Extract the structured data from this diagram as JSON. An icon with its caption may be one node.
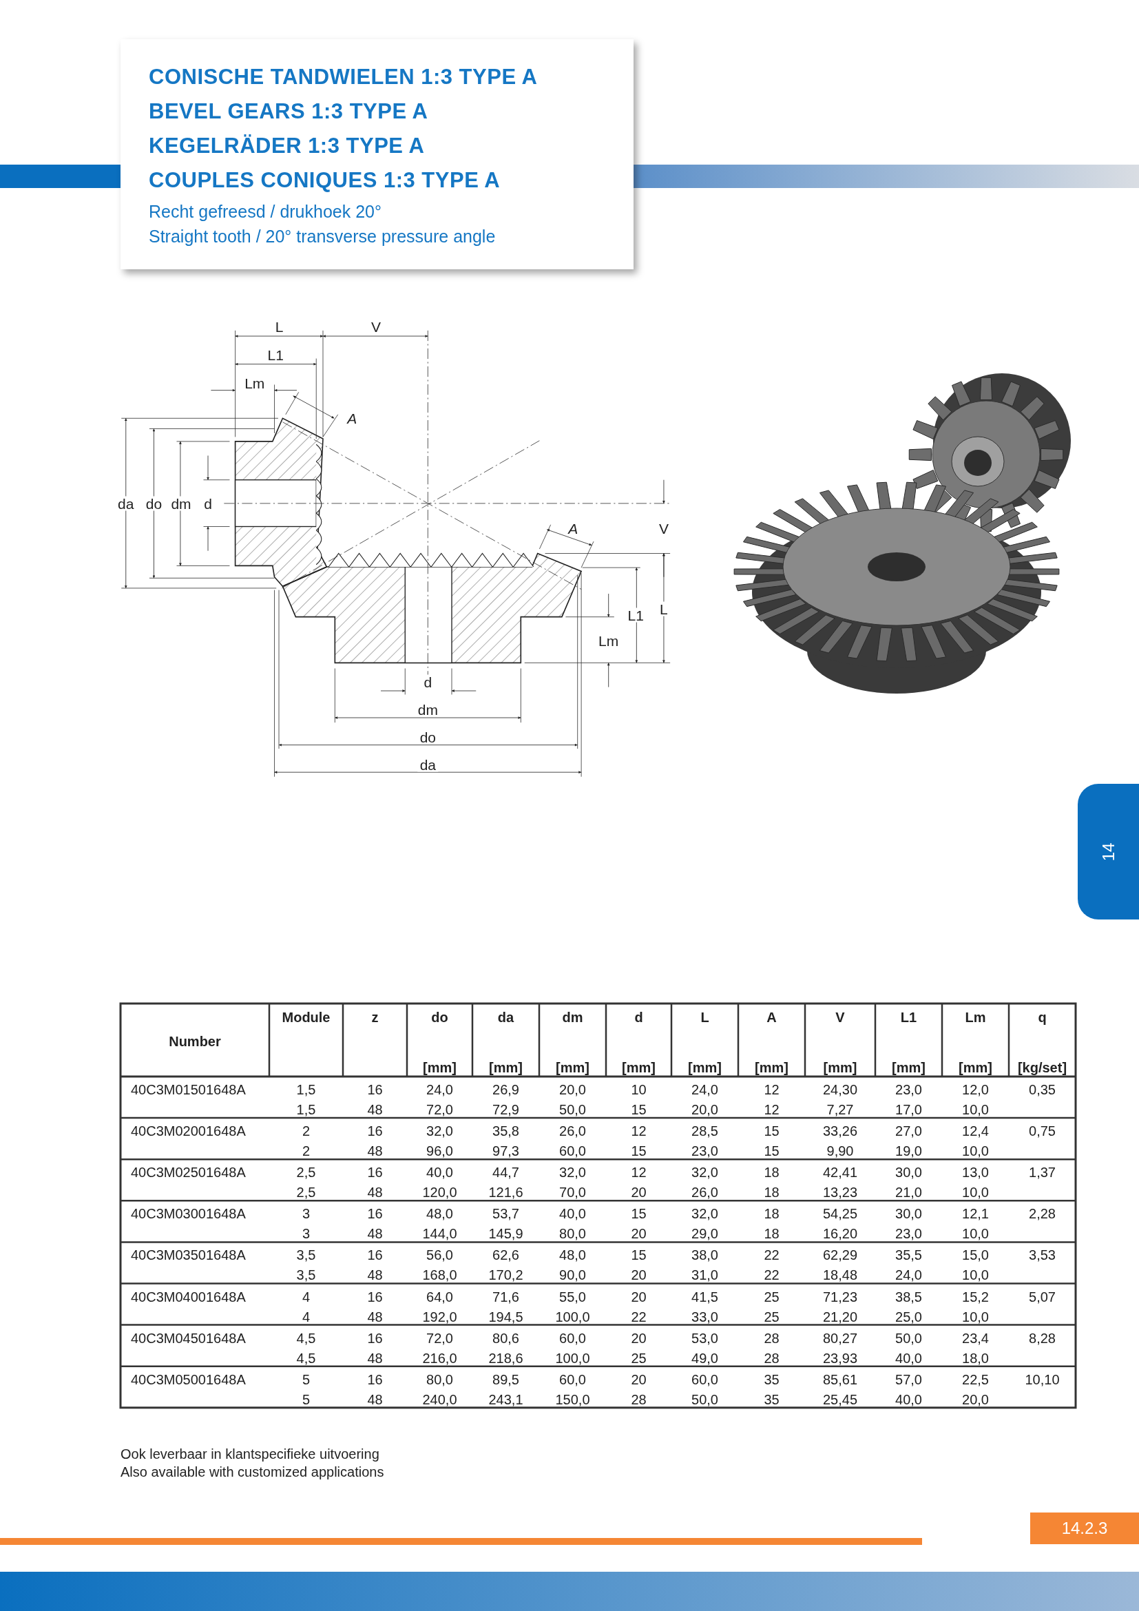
{
  "diagram": {
    "nodes": [
      {
        "text": [
          "CONISCHE TANDWIELEN 1:3 TYPE A",
          "BEVEL GEARS 1:3 TYPE A",
          "KEGELRÄDER 1:3 TYPE A",
          "COUPLES CONIQUES 1:3 TYPE A",
          "Recht gefreesd / drukhoek 20°",
          "Straight tooth / 20° transverse pressure angle"
        ]
      },
      {
        "text": [
          "14"
        ]
      },
      {
        "text": [
          "14.2.3"
        ]
      }
    ],
    "labels": [
      "L",
      "V",
      "L1",
      "Lm",
      "A",
      "da",
      "do",
      "dm",
      "d",
      "A",
      "V",
      "L",
      "L1",
      "Lm",
      "d",
      "dm",
      "do",
      "da",
      "Number",
      "Module",
      "z",
      "do",
      "da",
      "dm",
      "d",
      "L",
      "A",
      "V",
      "L1",
      "Lm",
      "q",
      "[mm]",
      "[mm]",
      "[mm]",
      "[mm]",
      "[mm]",
      "[mm]",
      "[mm]",
      "[mm]",
      "[mm]",
      "[kg/set]",
      "40C3M01501648A",
      "1,5",
      "16",
      "24,0",
      "26,9",
      "20,0",
      "10",
      "24,0",
      "12",
      "24,30",
      "23,0",
      "12,0",
      "0,35",
      "1,5",
      "48",
      "72,0",
      "72,9",
      "50,0",
      "15",
      "20,0",
      "12",
      "7,27",
      "17,0",
      "10,0",
      "40C3M02001648A",
      "2",
      "16",
      "32,0",
      "35,8",
      "26,0",
      "12",
      "28,5",
      "15",
      "33,26",
      "27,0",
      "12,4",
      "0,75",
      "2",
      "48",
      "96,0",
      "97,3",
      "60,0",
      "15",
      "23,0",
      "15",
      "9,90",
      "19,0",
      "10,0",
      "40C3M02501648A",
      "2,5",
      "16",
      "40,0",
      "44,7",
      "32,0",
      "12",
      "32,0",
      "18",
      "42,41",
      "30,0",
      "13,0",
      "1,37",
      "2,5",
      "48",
      "120,0",
      "121,6",
      "70,0",
      "20",
      "26,0",
      "18",
      "13,23",
      "21,0",
      "10,0",
      "40C3M03001648A",
      "3",
      "16",
      "48,0",
      "53,7",
      "40,0",
      "15",
      "32,0",
      "18",
      "54,25",
      "30,0",
      "12,1",
      "2,28",
      "3",
      "48",
      "144,0",
      "145,9",
      "80,0",
      "20",
      "29,0",
      "18",
      "16,20",
      "23,0",
      "10,0",
      "40C3M03501648A",
      "3,5",
      "16",
      "56,0",
      "62,6",
      "48,0",
      "15",
      "38,0",
      "22",
      "62,29",
      "35,5",
      "15,0",
      "3,53",
      "3,5",
      "48",
      "168,0",
      "170,2",
      "90,0",
      "20",
      "31,0",
      "22",
      "18,48",
      "24,0",
      "10,0",
      "40C3M04001648A",
      "4",
      "16",
      "64,0",
      "71,6",
      "55,0",
      "20",
      "41,5",
      "25",
      "71,23",
      "38,5",
      "15,2",
      "5,07",
      "4",
      "48",
      "192,0",
      "194,5",
      "100,0",
      "22",
      "33,0",
      "25",
      "21,20",
      "25,0",
      "10,0",
      "40C3M04501648A",
      "4,5",
      "16",
      "72,0",
      "80,6",
      "60,0",
      "20",
      "53,0",
      "28",
      "80,27",
      "50,0",
      "23,4",
      "8,28",
      "4,5",
      "48",
      "216,0",
      "218,6",
      "100,0",
      "25",
      "49,0",
      "28",
      "23,93",
      "40,0",
      "18,0",
      "40C3M05001648A",
      "5",
      "16",
      "80,0",
      "89,5",
      "60,0",
      "20",
      "60,0",
      "35",
      "85,61",
      "57,0",
      "22,5",
      "10,10",
      "5",
      "48",
      "240,0",
      "243,1",
      "150,0",
      "28",
      "50,0",
      "35",
      "25,45",
      "40,0",
      "20,0",
      "Ook leverbaar in klantspecifieke uitvoering",
      "Also available with customized applications"
    ]
  }
}
